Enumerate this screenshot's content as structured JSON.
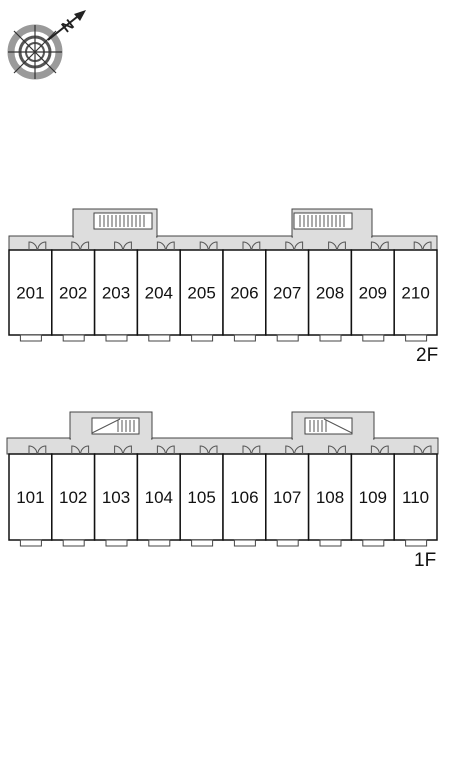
{
  "compass": {
    "label": "N"
  },
  "floors": [
    {
      "label": "2F",
      "rooms": [
        "201",
        "202",
        "203",
        "204",
        "205",
        "206",
        "207",
        "208",
        "209",
        "210"
      ],
      "stairs": [
        {
          "name": "stair-2f-left"
        },
        {
          "name": "stair-2f-right"
        }
      ]
    },
    {
      "label": "1F",
      "rooms": [
        "101",
        "102",
        "103",
        "104",
        "105",
        "106",
        "107",
        "108",
        "109",
        "110"
      ],
      "stairs": [
        {
          "name": "stair-1f-left"
        },
        {
          "name": "stair-1f-right"
        }
      ]
    }
  ],
  "colors": {
    "corridor": "#dddddd",
    "outline": "#444444",
    "room_fill": "#ffffff",
    "room_border": "#111111"
  }
}
